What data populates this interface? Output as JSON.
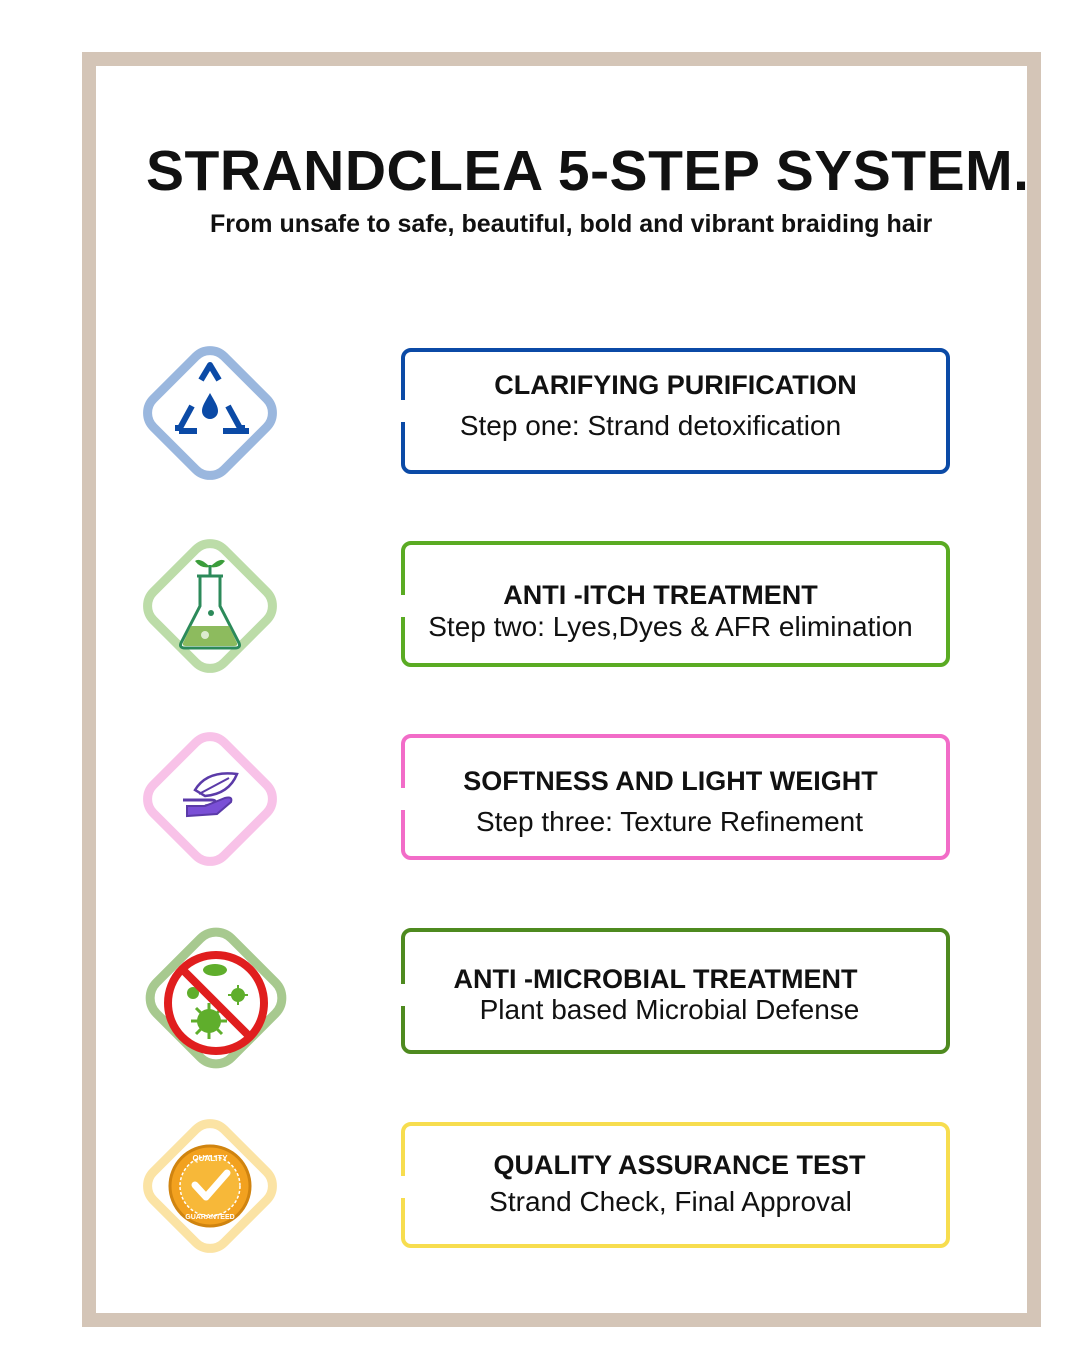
{
  "header": {
    "title": "STRANDCLEA 5-STEP SYSTEM.",
    "subtitle": "From unsafe to safe, beautiful, bold and vibrant  braiding hair"
  },
  "colors": {
    "frame": "#d4c5b7",
    "step1": "#0b4aa6",
    "step2": "#5aab23",
    "step3": "#f26cc8",
    "step4": "#4e8a1f",
    "step5": "#f7dd4f"
  },
  "steps": [
    {
      "title": "CLARIFYING PURIFICATION",
      "subtitle": "Step one: Strand detoxification",
      "icon": "recycle-water-drop-icon"
    },
    {
      "title": "ANTI -ITCH TREATMENT",
      "subtitle": "Step two: Lyes,Dyes & AFR elimination",
      "icon": "lab-flask-sprout-icon"
    },
    {
      "title": "SOFTNESS AND LIGHT WEIGHT",
      "subtitle": "Step three: Texture Refinement",
      "icon": "feather-hand-icon"
    },
    {
      "title": "ANTI -MICROBIAL TREATMENT",
      "subtitle": "Plant based Microbial Defense",
      "icon": "no-microbes-icon"
    },
    {
      "title": "QUALITY ASSURANCE  TEST",
      "subtitle": "Strand Check, Final Approval",
      "icon": "quality-guaranteed-badge-icon"
    }
  ],
  "badge": {
    "top_text": "QUALITY",
    "bottom_text": "GUARANTEED"
  }
}
